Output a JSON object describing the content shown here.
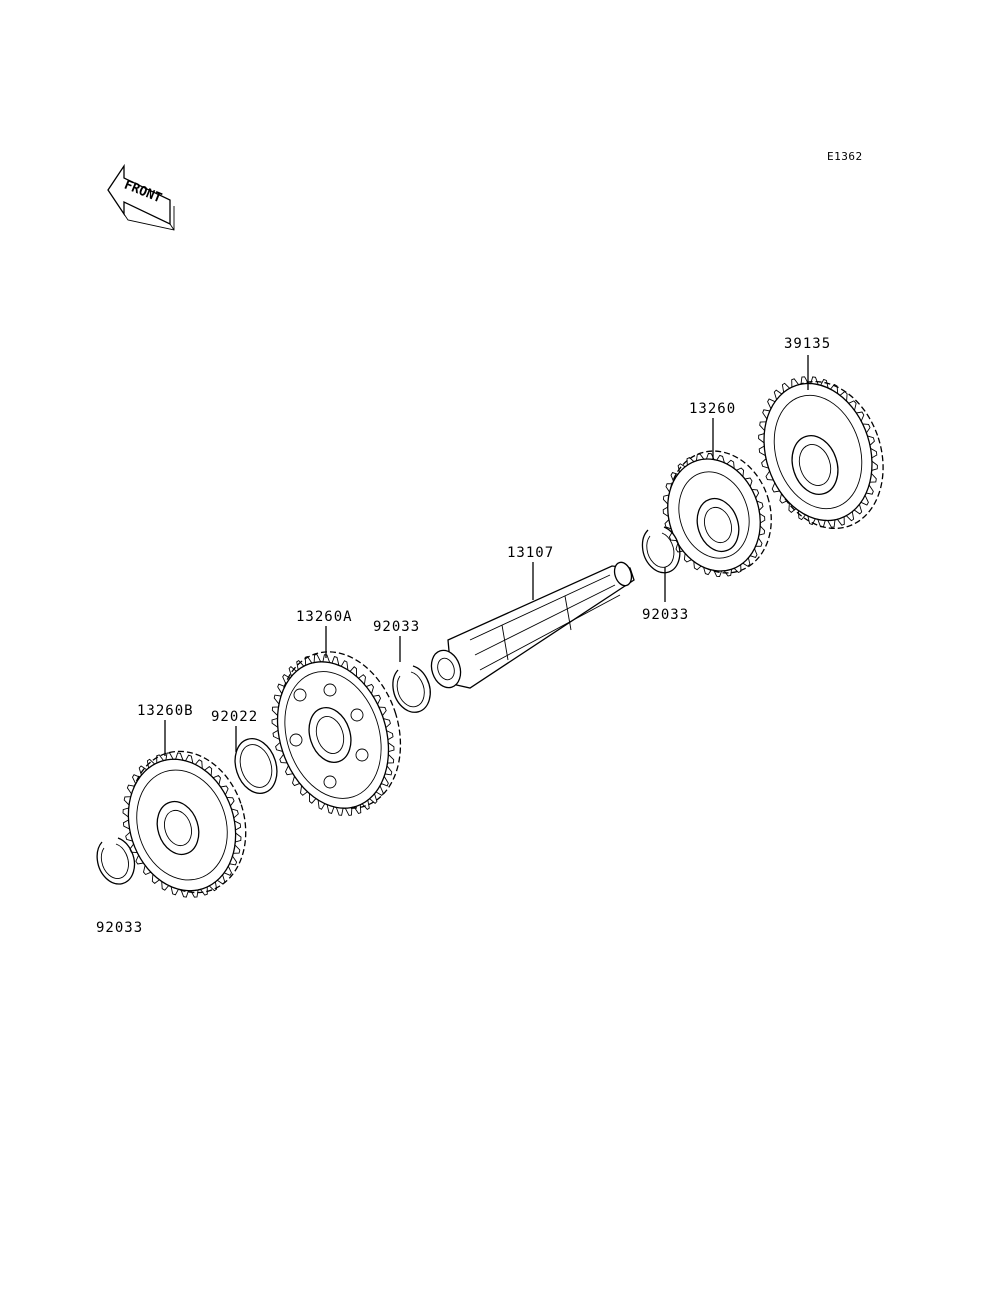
{
  "diagram_code": "E1362",
  "front_arrow": {
    "text": "FRONT",
    "icon": "front-arrow-icon"
  },
  "parts": [
    {
      "id": "p39135",
      "number": "39135"
    },
    {
      "id": "p13260",
      "number": "13260"
    },
    {
      "id": "p13107",
      "number": "13107"
    },
    {
      "id": "p92033_right",
      "number": "92033"
    },
    {
      "id": "p13260A",
      "number": "13260A"
    },
    {
      "id": "p92033_mid",
      "number": "92033"
    },
    {
      "id": "p13260B",
      "number": "13260B"
    },
    {
      "id": "p92022",
      "number": "92022"
    },
    {
      "id": "p92033_left",
      "number": "92033"
    }
  ]
}
